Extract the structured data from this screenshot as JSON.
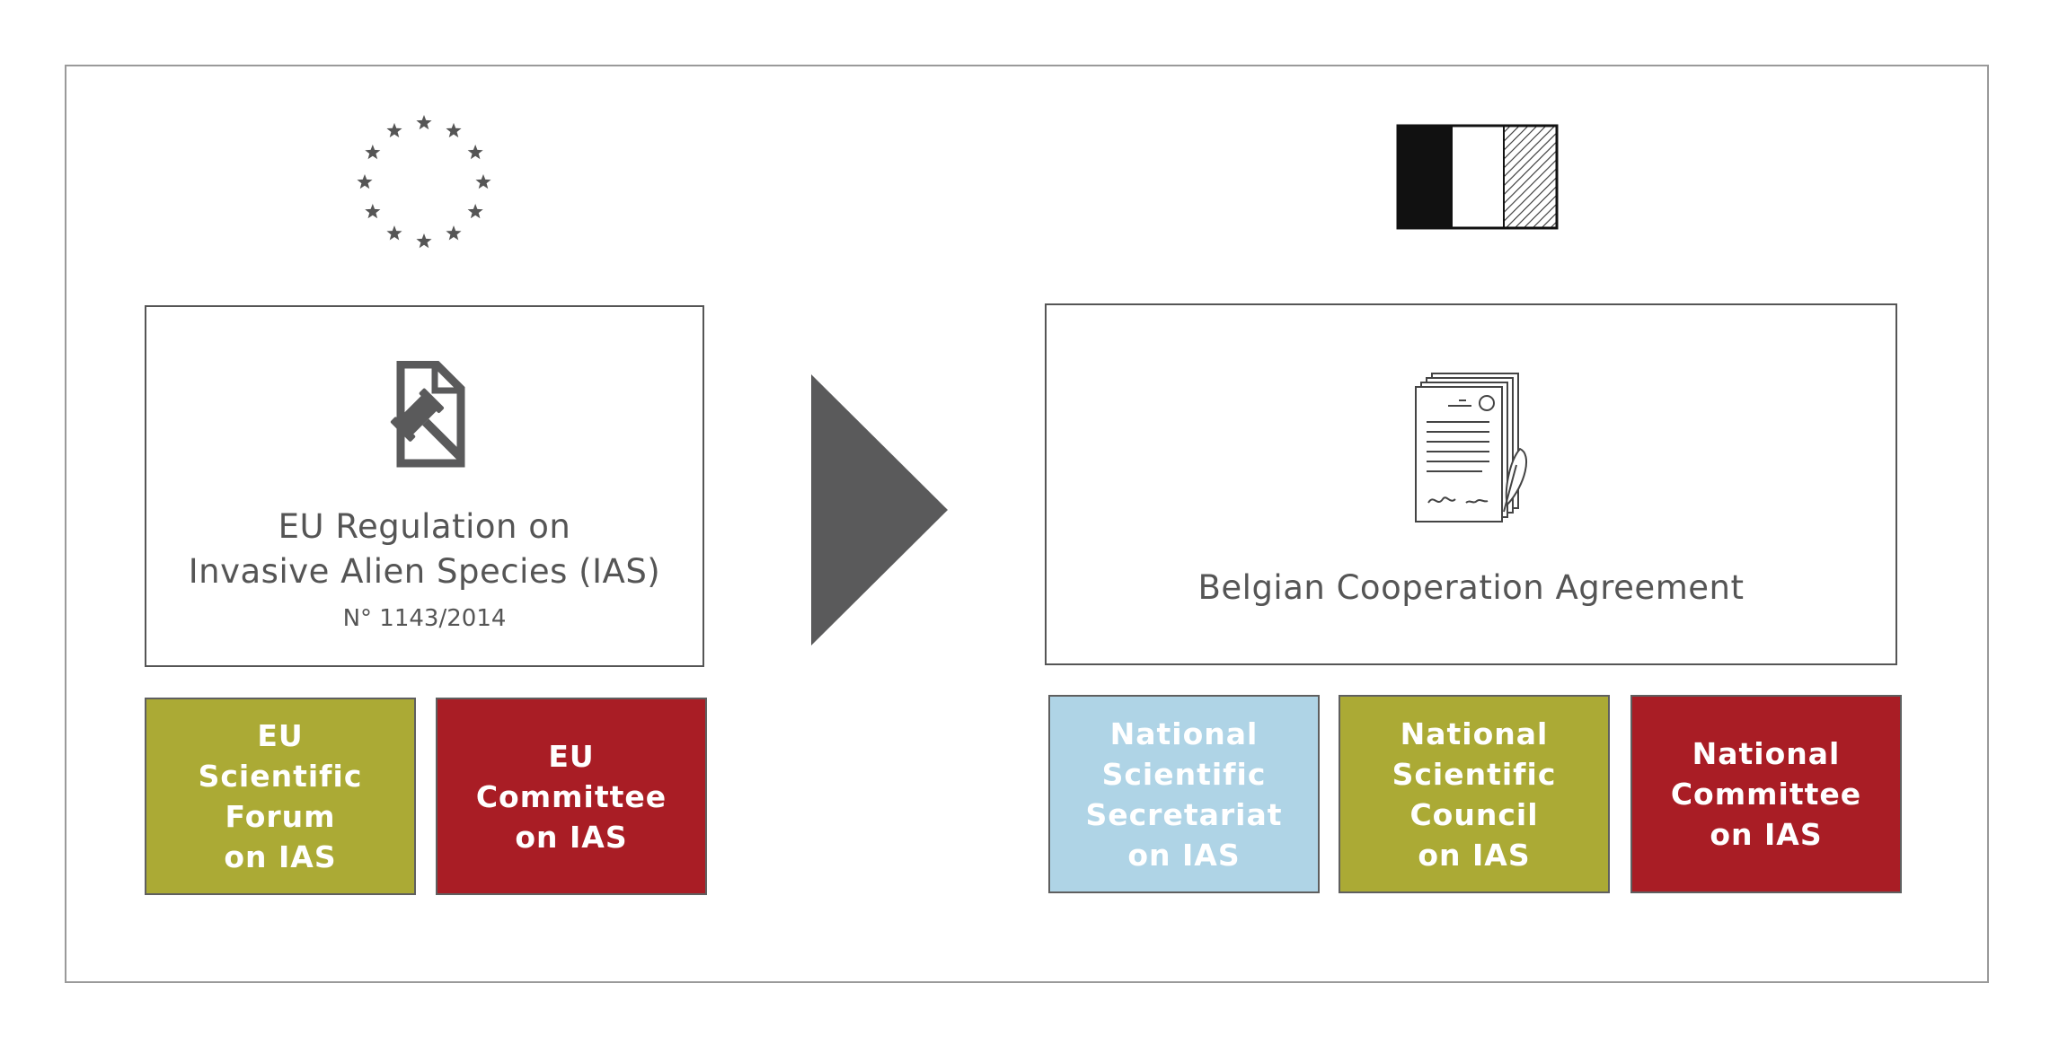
{
  "colors": {
    "olive": "#abaa35",
    "red": "#a91d25",
    "lightblue": "#afd4e6",
    "gray": "#5a5a5b"
  },
  "eu": {
    "flag_icon": "eu-stars-icon",
    "regulation_icon": "law-document-gavel-icon",
    "regulation_line1": "EU Regulation on",
    "regulation_line2": "Invasive Alien Species (IAS)",
    "regulation_number": "N° 1143/2014",
    "tiles": [
      {
        "label": "EU\nScientific\nForum\non IAS",
        "color": "olive"
      },
      {
        "label": "EU\nCommittee\non IAS",
        "color": "red"
      }
    ]
  },
  "arrow_icon": "right-triangle-arrow-icon",
  "belgium": {
    "flag_icon": "belgian-flag-icon",
    "agreement_icon": "signed-documents-quill-icon",
    "agreement_title": "Belgian Cooperation Agreement",
    "tiles": [
      {
        "label": "National\nScientific\nSecretariat\non IAS",
        "color": "lightblue"
      },
      {
        "label": "National\nScientific\nCouncil\non IAS",
        "color": "olive"
      },
      {
        "label": "National\nCommittee\non IAS",
        "color": "red"
      }
    ]
  }
}
